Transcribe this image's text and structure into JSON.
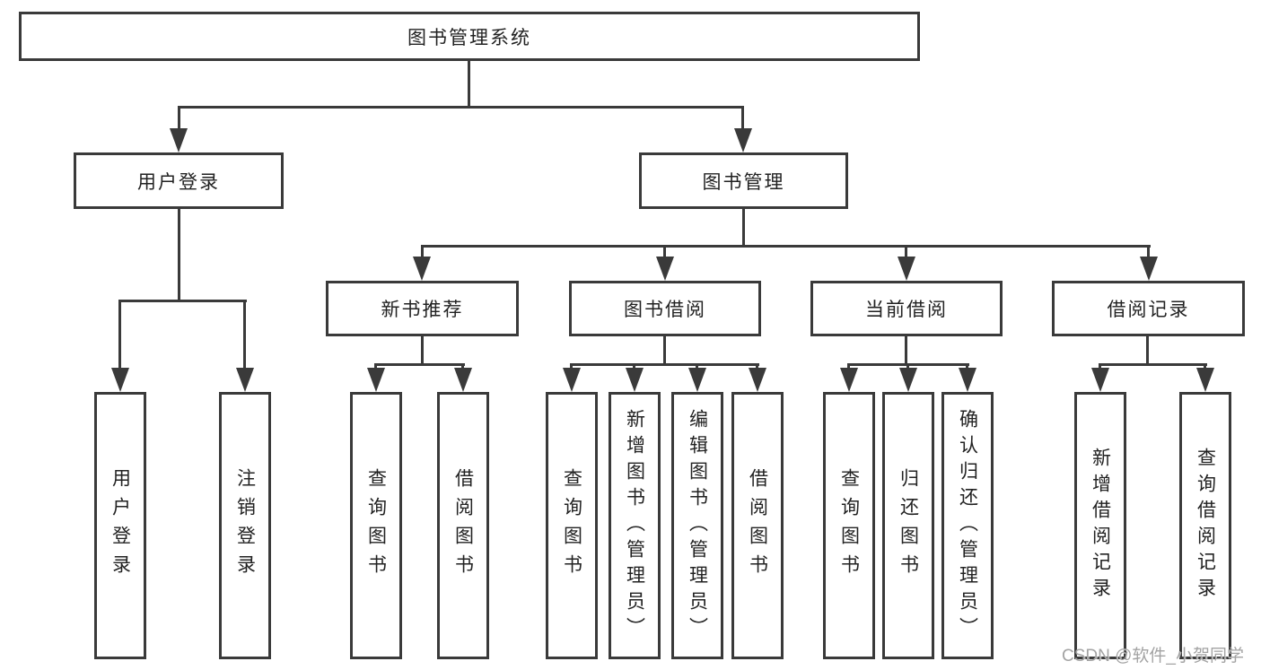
{
  "tree": {
    "root": "图书管理系统",
    "children": [
      {
        "label": "用户登录",
        "children": [
          {
            "label": "用户登录"
          },
          {
            "label": "注销登录"
          }
        ]
      },
      {
        "label": "图书管理",
        "children": [
          {
            "label": "新书推荐",
            "children": [
              {
                "label": "查询图书"
              },
              {
                "label": "借阅图书"
              }
            ]
          },
          {
            "label": "图书借阅",
            "children": [
              {
                "label": "查询图书"
              },
              {
                "label": "新增图书（管理员）"
              },
              {
                "label": "编辑图书（管理员）"
              },
              {
                "label": "借阅图书"
              }
            ]
          },
          {
            "label": "当前借阅",
            "children": [
              {
                "label": "查询图书"
              },
              {
                "label": "归还图书"
              },
              {
                "label": "确认归还（管理员）"
              }
            ]
          },
          {
            "label": "借阅记录",
            "children": [
              {
                "label": "新增借阅记录"
              },
              {
                "label": "查询借阅记录"
              }
            ]
          }
        ]
      }
    ]
  },
  "watermark": "CSDN @软件_小贺同学",
  "colors": {
    "line": "#3a3a3a",
    "text": "#222222",
    "watermark": "#a3a3a3"
  }
}
